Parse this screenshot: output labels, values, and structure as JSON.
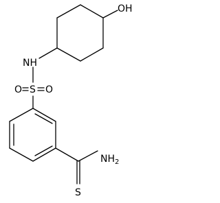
{
  "molecule": {
    "atoms": {
      "hydroxyl": "OH",
      "amine": "NH",
      "sulfonyl_oxygen_left": "O",
      "sulfur": "S",
      "sulfonyl_oxygen_right": "O",
      "amide_nitrogen": "NH",
      "amide_nitrogen_subscript": "2",
      "thione_sulfur": "S"
    },
    "colors": {
      "bond": "#000000",
      "label": "#000000",
      "background": "#ffffff"
    }
  }
}
